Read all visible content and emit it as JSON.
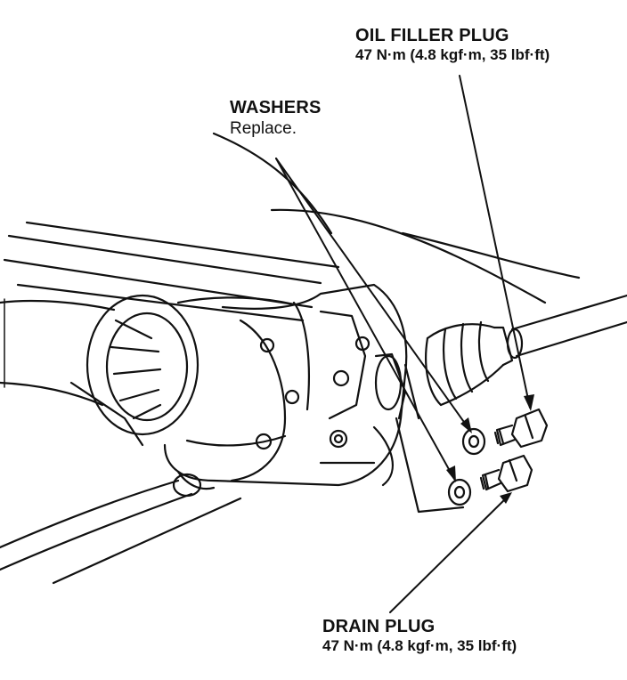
{
  "oil_filler_plug": {
    "title": "OIL FILLER PLUG",
    "torque": "47 N·m (4.8 kgf·m, 35 lbf·ft)"
  },
  "washers": {
    "title": "WASHERS",
    "note": "Replace."
  },
  "drain_plug": {
    "title": "DRAIN PLUG",
    "torque": "47 N·m (4.8 kgf·m, 35 lbf·ft)"
  },
  "colors": {
    "ink": "#111111",
    "paper": "#ffffff"
  }
}
